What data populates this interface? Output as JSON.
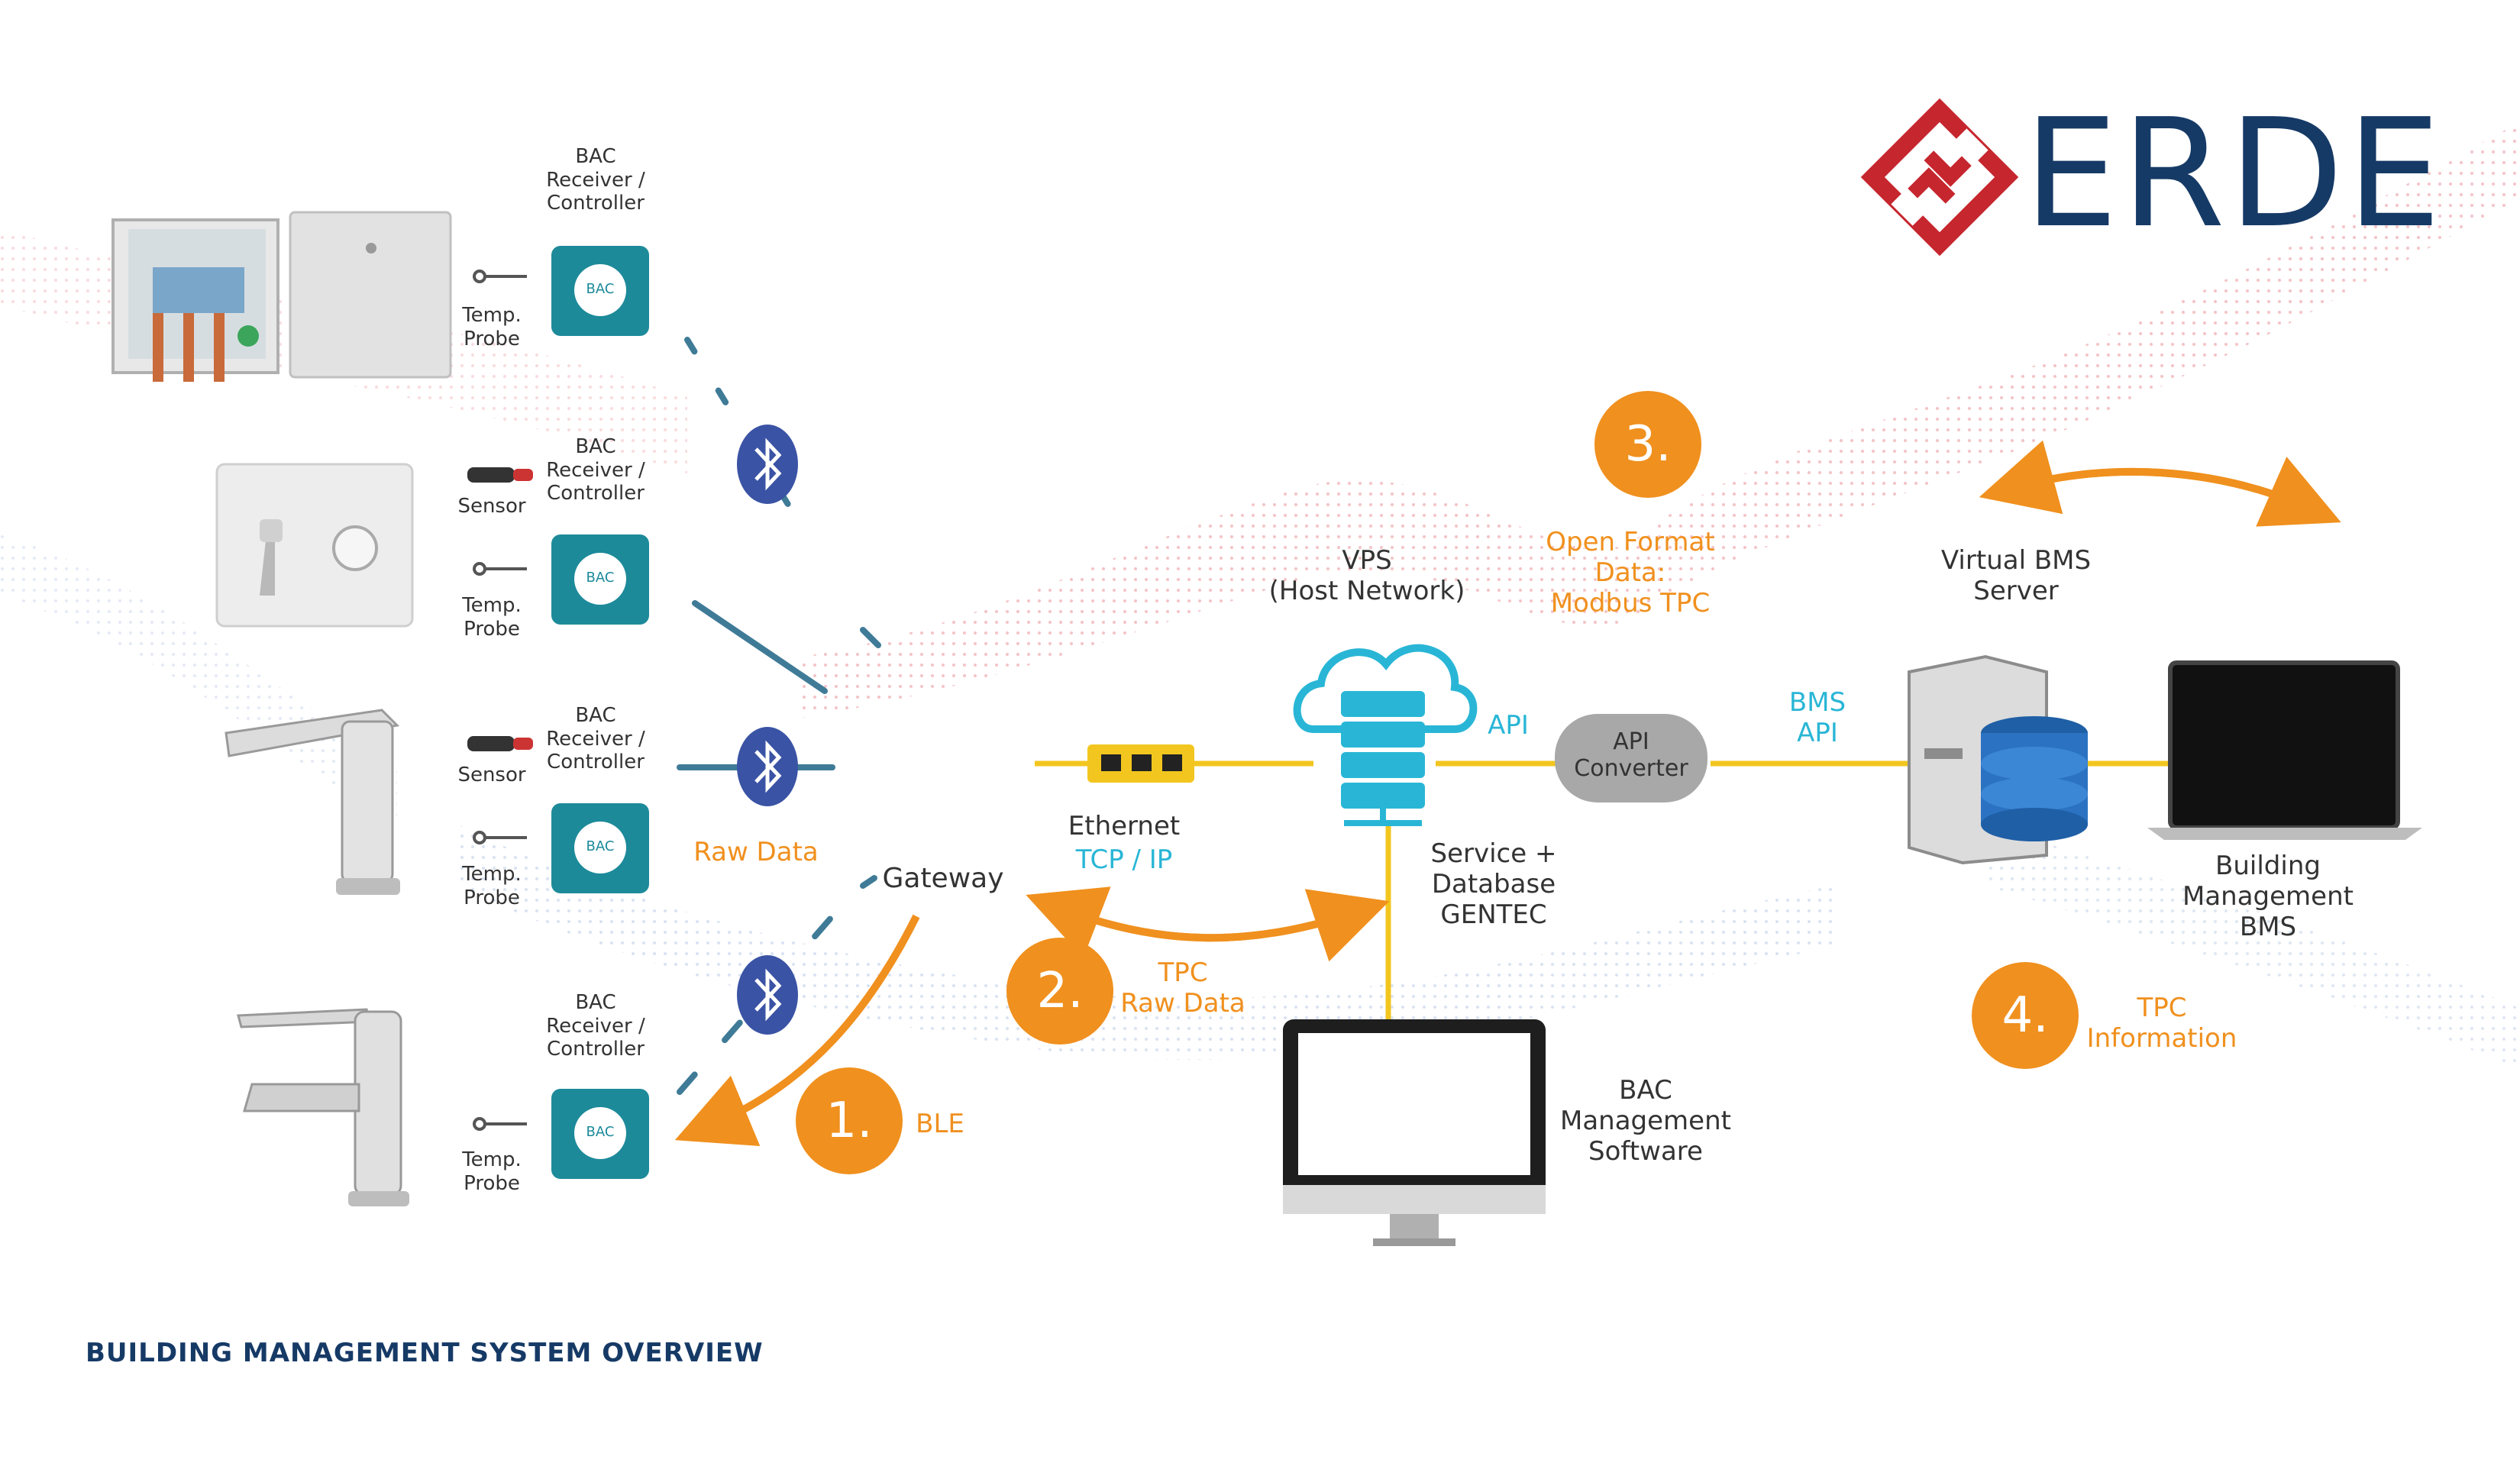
{
  "brand": {
    "name": "ERDE",
    "primary_color": "#163a66",
    "accent_color": "#c6262e"
  },
  "footer_title": "BUILDING MANAGEMENT SYSTEM OVERVIEW",
  "colors": {
    "orange": "#f0901e",
    "teal": "#29b6d6",
    "yellow_link": "#f2c61f",
    "controller_teal": "#1d8a9a",
    "bluetooth": "#3a53a4"
  },
  "controllers": [
    {
      "title": [
        "BAC",
        "Receiver /",
        "Controller"
      ],
      "device": "BAC",
      "sensors": [
        "Temp.",
        "Probe"
      ]
    },
    {
      "title": [
        "BAC",
        "Receiver /",
        "Controller"
      ],
      "device": "BAC",
      "sensors": [
        "Sensor"
      ],
      "probe": [
        "Temp.",
        "Probe"
      ]
    },
    {
      "title": [
        "BAC",
        "Receiver /",
        "Controller"
      ],
      "device": "BAC",
      "sensors": [
        "Sensor"
      ],
      "probe": [
        "Temp.",
        "Probe"
      ]
    },
    {
      "title": [
        "BAC",
        "Receiver /",
        "Controller"
      ],
      "device": "BAC",
      "probe": [
        "Temp.",
        "Probe"
      ]
    }
  ],
  "labels": {
    "raw_data": "Raw Data",
    "gateway": "Gateway",
    "ble": "BLE",
    "ethernet": "Ethernet",
    "tcp_ip": "TCP / IP",
    "tpc": "TPC",
    "tpc_raw_data": "Raw Data",
    "vps": [
      "VPS",
      "(Host Network)"
    ],
    "api": "API",
    "api_converter": [
      "API",
      "Converter"
    ],
    "service_db": [
      "Service +",
      "Database",
      "GENTEC"
    ],
    "open_format": [
      "Open Format",
      "Data:",
      "Modbus TPC"
    ],
    "bms_api": [
      "BMS",
      "API"
    ],
    "virtual_bms": [
      "Virtual BMS",
      "Server"
    ],
    "building_mgmt": [
      "Building",
      "Management",
      "BMS"
    ],
    "tpc_info": [
      "TPC",
      "Information"
    ],
    "bac_mgmt": [
      "BAC",
      "Management",
      "Software"
    ]
  },
  "steps": [
    "1.",
    "2.",
    "3.",
    "4."
  ]
}
